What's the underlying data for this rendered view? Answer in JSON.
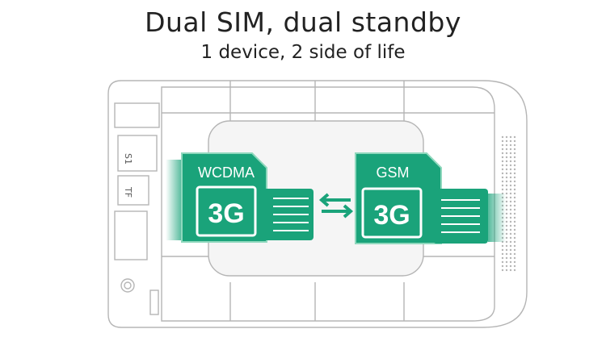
{
  "header": {
    "title": "Dual SIM, dual standby",
    "subtitle": "1 device, 2 side of life"
  },
  "device": {
    "slot1_label": "S1",
    "slot2_label": "TF"
  },
  "sim_left": {
    "network": "WCDMA",
    "generation": "3G"
  },
  "sim_right": {
    "network": "GSM",
    "generation": "3G"
  },
  "colors": {
    "accent": "#1aa37a",
    "accent_light": "#8fd8bd",
    "line": "#b5b5b5"
  }
}
